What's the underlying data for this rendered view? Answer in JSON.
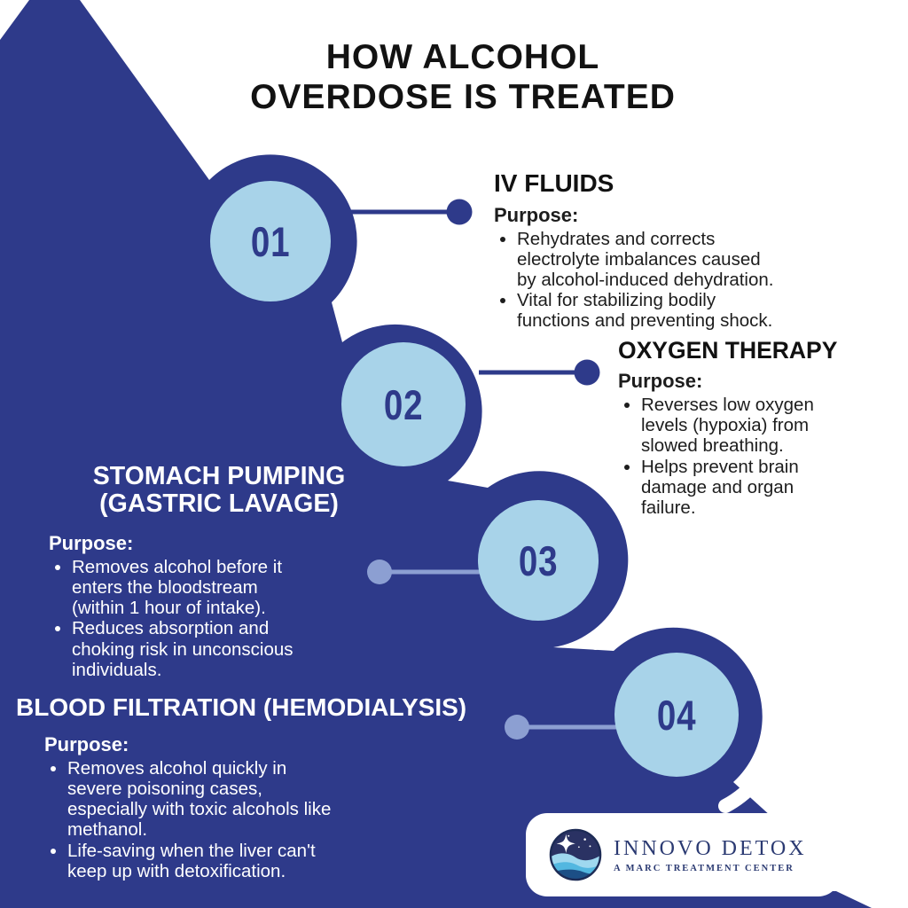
{
  "title": {
    "line1": "HOW ALCOHOL",
    "line2": "OVERDOSE IS TREATED"
  },
  "steps": [
    {
      "number": "01",
      "heading": "IV FLUIDS",
      "purpose_label": "Purpose:",
      "bullets": [
        "Rehydrates and corrects electrolyte imbalances caused by alcohol-induced dehydration.",
        "Vital for stabilizing bodily functions and preventing shock."
      ]
    },
    {
      "number": "02",
      "heading": "OXYGEN THERAPY",
      "purpose_label": "Purpose:",
      "bullets": [
        "Reverses low oxygen levels (hypoxia) from slowed breathing.",
        "Helps prevent brain damage and organ failure."
      ]
    },
    {
      "number": "03",
      "heading": "STOMACH PUMPING (GASTRIC LAVAGE)",
      "heading_lines": [
        "STOMACH PUMPING",
        "(GASTRIC LAVAGE)"
      ],
      "purpose_label": "Purpose:",
      "bullets": [
        "Removes alcohol before it enters the bloodstream (within 1 hour of intake).",
        "Reduces absorption and choking risk in unconscious individuals."
      ]
    },
    {
      "number": "04",
      "heading": "BLOOD FILTRATION (HEMODIALYSIS)",
      "purpose_label": "Purpose:",
      "bullets": [
        "Removes alcohol quickly in severe poisoning cases, especially with toxic alcohols like methanol.",
        "Life-saving when the liver can't keep up with detoxification."
      ]
    }
  ],
  "logo": {
    "name": "INNOVO DETOX",
    "tagline": "A MARC TREATMENT CENTER"
  },
  "colors": {
    "navy": "#2e3a8a",
    "light_blue": "#a8d3e9",
    "periwinkle": "#8c9fd2",
    "background": "#ffffff",
    "heading_text": "#111111",
    "body_text": "#1d1d1d",
    "logo_text": "#2b3a72",
    "logo_wave_light": "#9fd8ef",
    "logo_wave_mid": "#53b7e0",
    "logo_wave_deep": "#1c4f86"
  }
}
